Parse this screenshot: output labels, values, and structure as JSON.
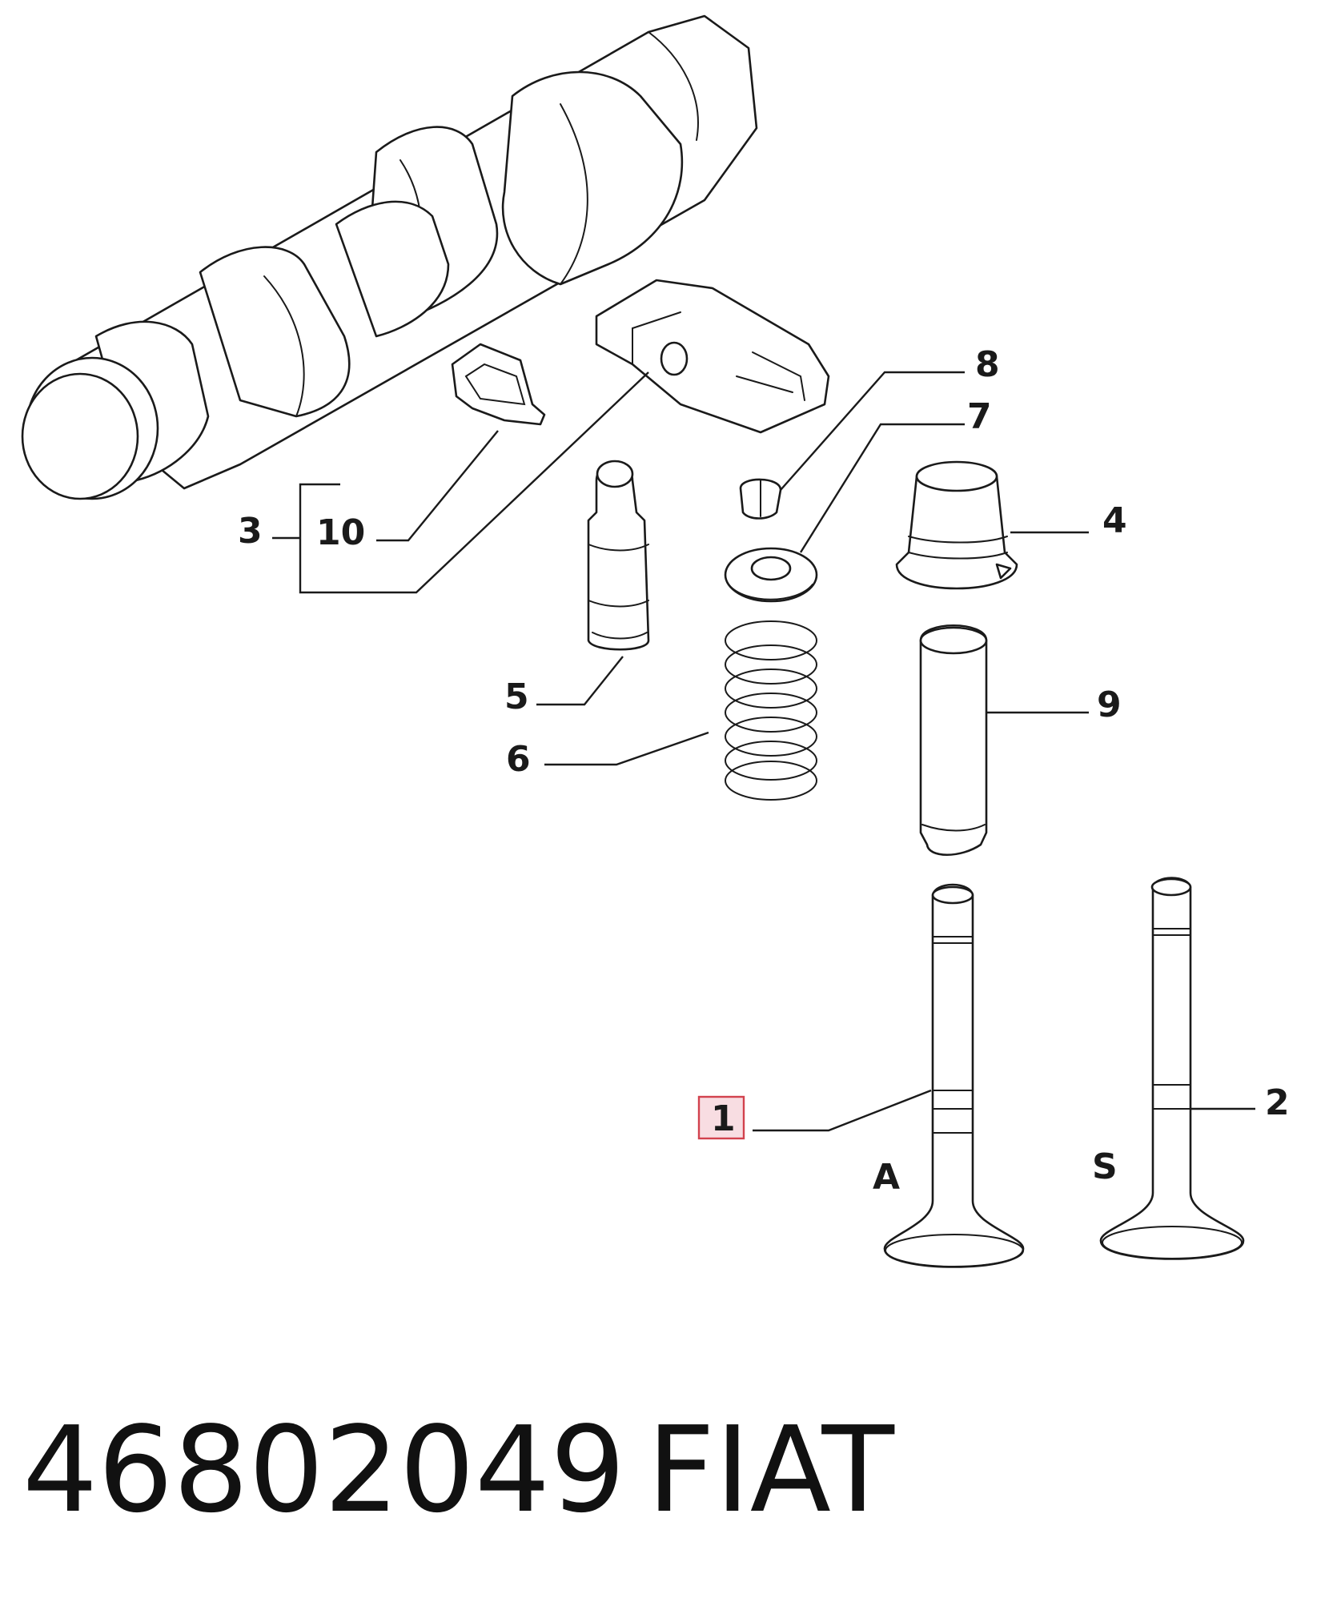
{
  "colors": {
    "ink": "#1a1a1a",
    "highlight_fill": "#f8dde2",
    "highlight_stroke": "#d2424e"
  },
  "callouts": {
    "c1": "1",
    "c2": "2",
    "c3": "3",
    "c4": "4",
    "c5": "5",
    "c6": "6",
    "c7": "7",
    "c8": "8",
    "c9": "9",
    "c10": "10"
  },
  "valve_labels": {
    "intake": "A",
    "exhaust": "S"
  },
  "highlighted_callout": "1",
  "footer": {
    "part_number": "46802049",
    "brand": "FIAT"
  }
}
